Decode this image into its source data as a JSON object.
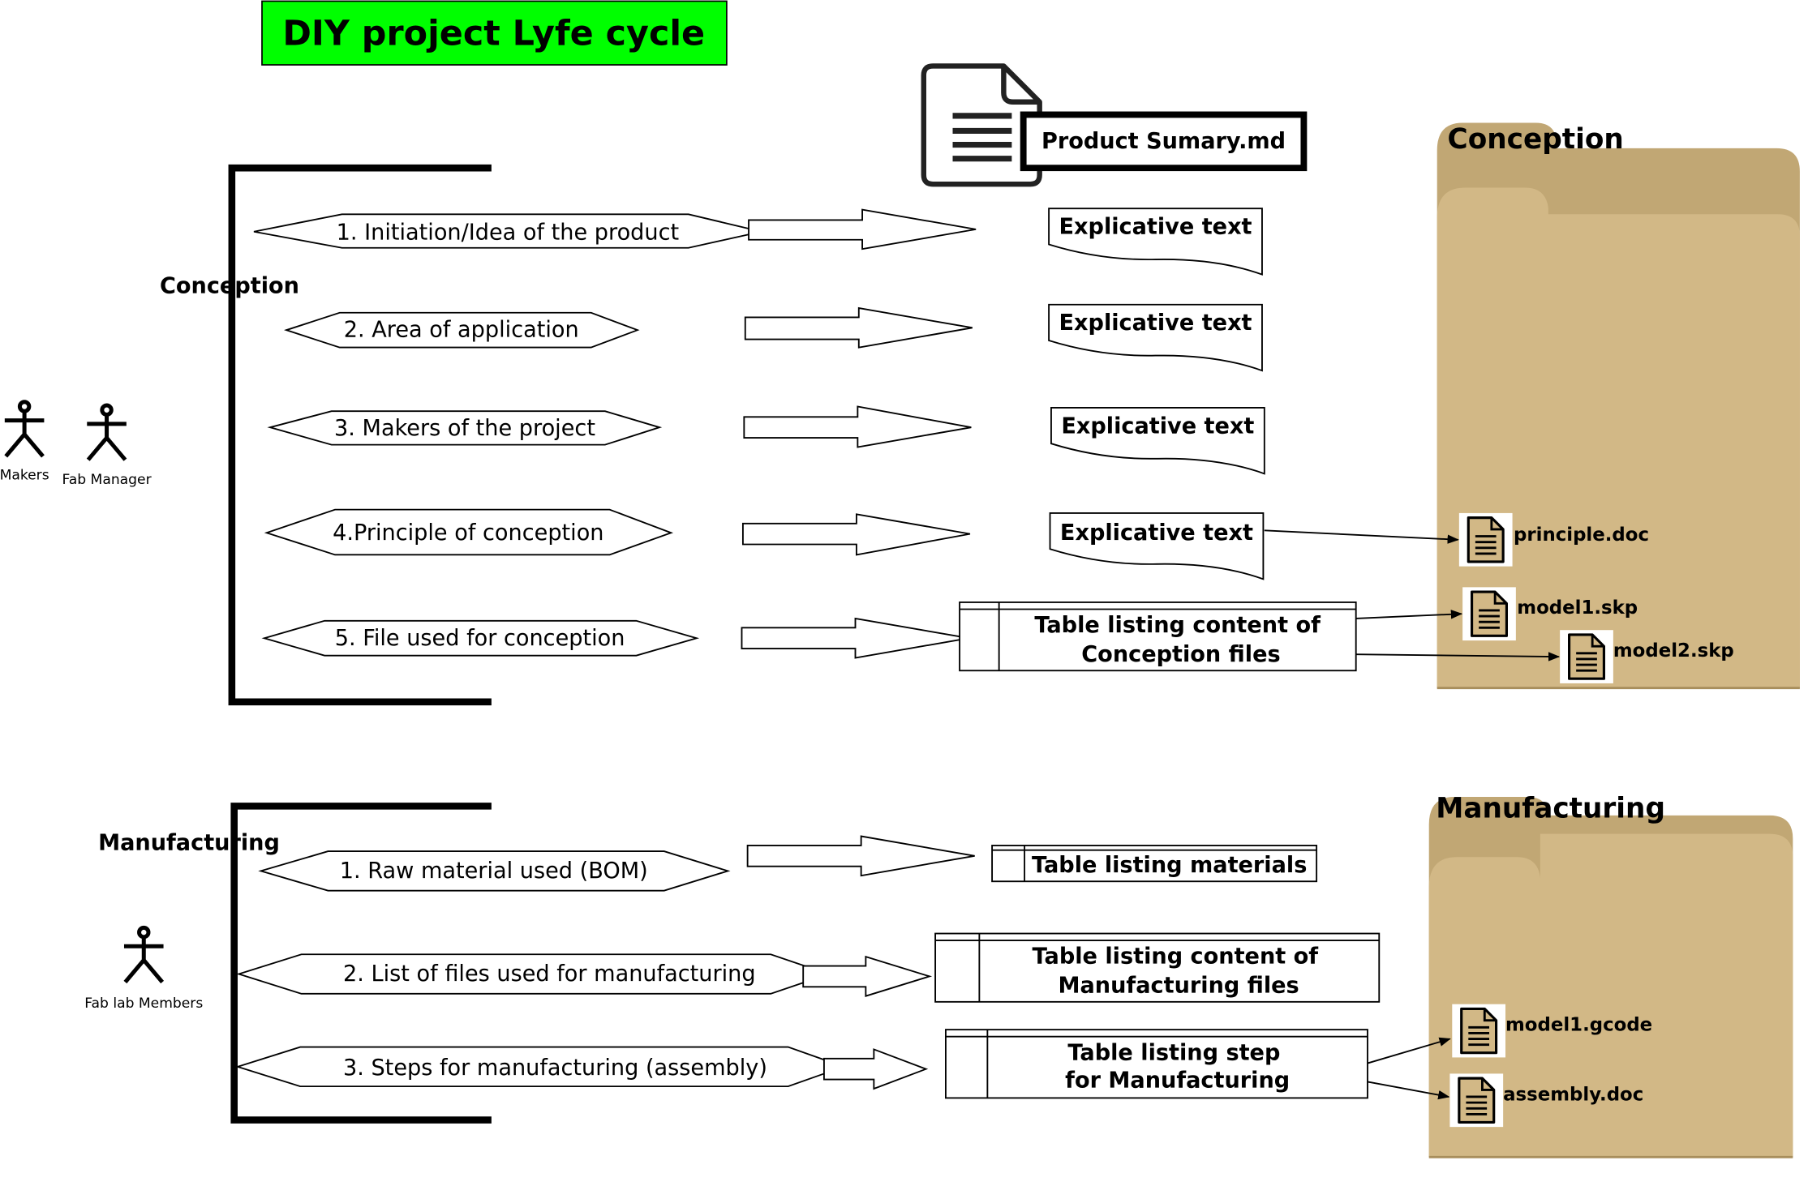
{
  "title": "DIY project Lyfe cycle",
  "colors": {
    "title_bg": "#00ff00",
    "folder": "#d2b886",
    "folder_tab": "#c1a774",
    "folder_edge": "#a88e5c"
  },
  "summary_doc": {
    "label": "Product Sumary.md",
    "icon": "document-icon"
  },
  "actors": [
    {
      "label": "Makers",
      "icon": "stick-figure-icon"
    },
    {
      "label": "Fab Manager",
      "icon": "stick-figure-icon"
    },
    {
      "label": "Fab lab Members",
      "icon": "stick-figure-icon"
    }
  ],
  "conception": {
    "label": "Conception",
    "steps": [
      "1. Initiation/Idea of the product",
      "2. Area of application",
      "3. Makers of the project",
      "4.Principle of conception",
      "5. File used for conception"
    ],
    "notes": [
      "Explicative text",
      "Explicative text",
      "Explicative text",
      "Explicative text"
    ],
    "table_lines": [
      "Table listing content of",
      "Conception files"
    ],
    "folder": {
      "label": "Conception",
      "files": [
        "principle.doc",
        "model1.skp",
        "model2.skp"
      ]
    }
  },
  "manufacturing": {
    "label": "Manufacturing",
    "steps": [
      "1. Raw material used (BOM)",
      "2. List of files used for manufacturing",
      "3. Steps for manufacturing (assembly)"
    ],
    "tables": [
      [
        "Table listing materials"
      ],
      [
        "Table listing content of",
        "Manufacturing files"
      ],
      [
        "Table listing step",
        "for Manufacturing"
      ]
    ],
    "folder": {
      "label": "Manufacturing",
      "files": [
        "model1.gcode",
        "assembly.doc"
      ]
    }
  }
}
